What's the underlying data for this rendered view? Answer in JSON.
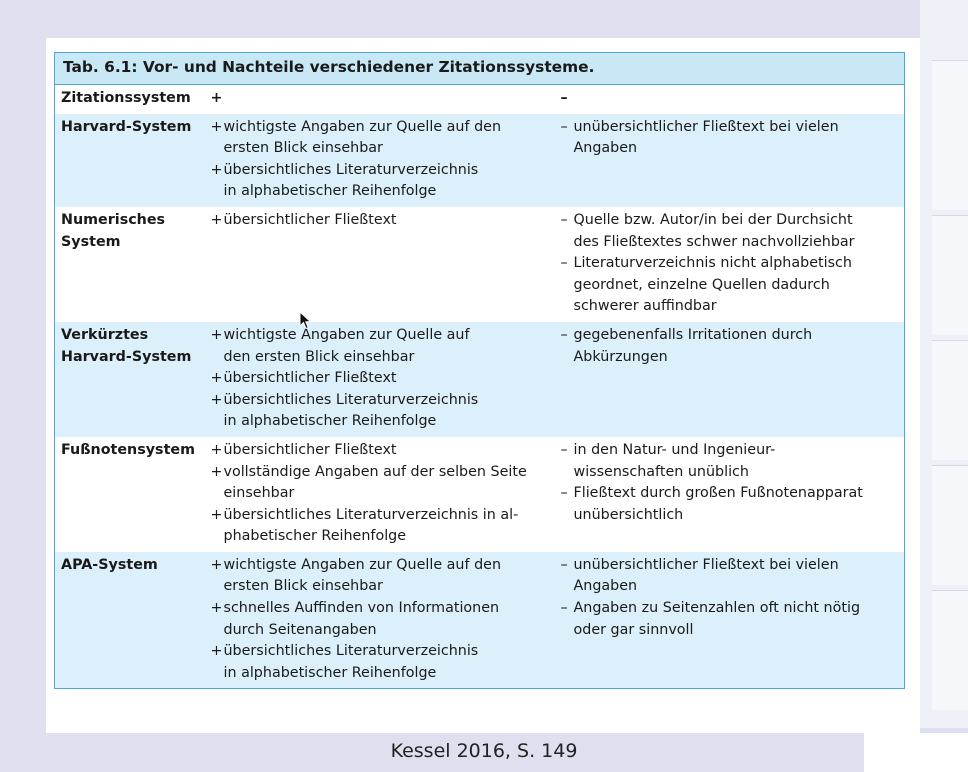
{
  "table": {
    "caption": "Tab. 6.1: Vor- und Nachteile verschiedener Zitationssysteme.",
    "header": {
      "system": "Zitationssystem",
      "pro": "+",
      "con": "–"
    },
    "rows": [
      {
        "system": [
          "Harvard-System"
        ],
        "pro": [
          [
            "+",
            "wichtigste Angaben zur Quelle auf den"
          ],
          [
            "",
            "ersten Blick einsehbar"
          ],
          [
            "+",
            "übersichtliches Literaturverzeichnis"
          ],
          [
            "",
            "in alphabetischer Reihenfolge"
          ]
        ],
        "con": [
          [
            "–",
            "unübersichtlicher Fließtext bei vielen"
          ],
          [
            "",
            "Angaben"
          ]
        ]
      },
      {
        "system": [
          "Numerisches",
          "System"
        ],
        "pro": [
          [
            "+",
            "übersichtlicher Fließtext"
          ]
        ],
        "con": [
          [
            "–",
            "Quelle bzw. Autor/in bei der Durchsicht"
          ],
          [
            "",
            "des Fließtextes schwer nachvollziehbar"
          ],
          [
            "–",
            "Literaturverzeichnis nicht alphabetisch"
          ],
          [
            "",
            "geordnet, einzelne Quellen dadurch"
          ],
          [
            "",
            "schwerer auffindbar"
          ]
        ]
      },
      {
        "system": [
          "Verkürztes",
          "Harvard-System"
        ],
        "pro": [
          [
            "+",
            "wichtigste Angaben zur Quelle auf"
          ],
          [
            "",
            "den ersten Blick einsehbar"
          ],
          [
            "+",
            "übersichtlicher Fließtext"
          ],
          [
            "+",
            "übersichtliches Literaturverzeichnis"
          ],
          [
            "",
            "in alphabetischer Reihenfolge"
          ]
        ],
        "con": [
          [
            "–",
            "gegebenenfalls Irritationen durch"
          ],
          [
            "",
            "Abkürzungen"
          ]
        ]
      },
      {
        "system": [
          "Fußnotensystem"
        ],
        "pro": [
          [
            "+",
            "übersichtlicher Fließtext"
          ],
          [
            "+",
            "vollständige Angaben auf der selben Seite"
          ],
          [
            "",
            "einsehbar"
          ],
          [
            "+",
            "übersichtliches Literaturverzeichnis in al-"
          ],
          [
            "",
            "phabetischer Reihenfolge"
          ]
        ],
        "con": [
          [
            "–",
            "in den Natur- und Ingenieur-"
          ],
          [
            "",
            "wissenschaften unüblich"
          ],
          [
            "–",
            "Fließtext durch großen Fußnotenapparat"
          ],
          [
            "",
            "unübersichtlich"
          ]
        ]
      },
      {
        "system": [
          "APA-System"
        ],
        "pro": [
          [
            "+",
            "wichtigste Angaben zur Quelle auf den"
          ],
          [
            "",
            "ersten Blick einsehbar"
          ],
          [
            "+",
            "schnelles Auffinden von Informationen"
          ],
          [
            "",
            "durch Seitenangaben"
          ],
          [
            "+",
            "übersichtliches Literaturverzeichnis"
          ],
          [
            "",
            "in alphabetischer Reihenfolge"
          ]
        ],
        "con": [
          [
            "–",
            "unübersichtlicher Fließtext bei vielen"
          ],
          [
            "",
            "Angaben"
          ],
          [
            "–",
            "Angaben zu Seitenzahlen oft nicht nötig"
          ],
          [
            "",
            "oder gar sinnvoll"
          ]
        ]
      }
    ]
  },
  "source": "Kessel 2016, S. 149",
  "icons": {
    "cursor": "mouse-pointer-icon"
  },
  "colors": {
    "border": "#4ba8cf",
    "caption_bg": "#c9e8f6",
    "row_alt_bg": "#dbf0fa",
    "background": "#dfe0ef"
  }
}
